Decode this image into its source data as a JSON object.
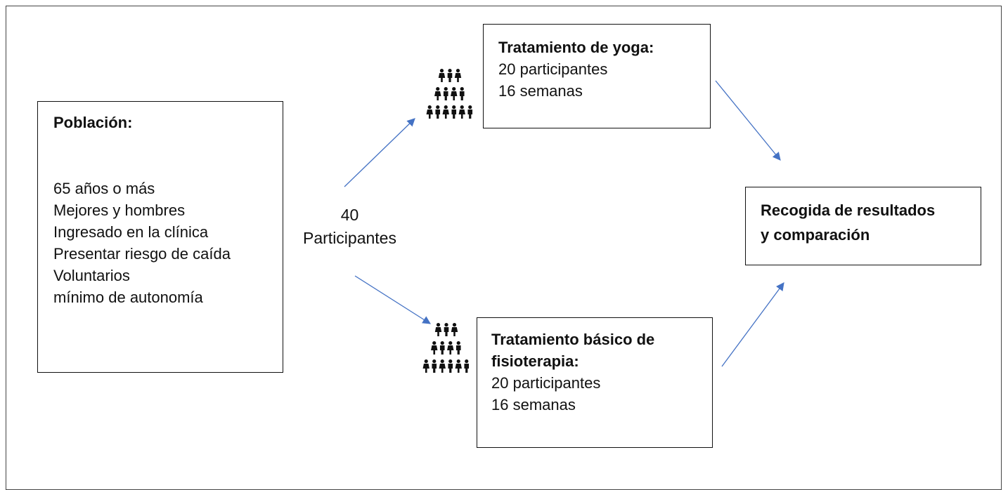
{
  "population": {
    "title": "Población:",
    "items": [
      "65 años o más",
      "Mejores y hombres",
      "Ingresado en la clínica",
      "Presentar riesgo de caída",
      "Voluntarios",
      "mínimo de autonomía"
    ]
  },
  "participants": {
    "count": "40",
    "label": "Participantes"
  },
  "yoga": {
    "title": "Tratamiento de yoga:",
    "participants": "20 participantes",
    "duration": "16 semanas"
  },
  "physio": {
    "title_line1": "Tratamiento básico de",
    "title_line2": "fisioterapia:",
    "participants": "20 participantes",
    "duration": "16 semanas"
  },
  "results": {
    "title_line1": "Recogida de resultados",
    "title_line2": "y comparación"
  },
  "colors": {
    "arrow": "#4472c4",
    "border": "#111111"
  },
  "icons": [
    "people-group-icon",
    "people-group-icon"
  ]
}
